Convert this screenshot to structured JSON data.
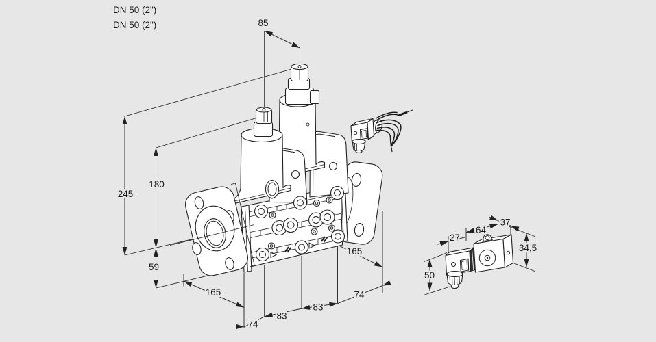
{
  "canvas": {
    "background": "#e7e7e7",
    "line_color": "#222222"
  },
  "annotations": {
    "flange_label_1": "DN 50 (2\")",
    "flange_label_2": "DN 50 (2\")"
  },
  "dimensions_mm": {
    "actuator_spacing": "85",
    "overall_height": "245",
    "v1_height": "180",
    "axis_to_bottom": "59",
    "flange_od_left": "165",
    "left_offset": "74",
    "v1_spacing": "83",
    "v2_spacing": "83",
    "flange_od_right": "165",
    "right_offset": "74",
    "pilot_connector_length": "27",
    "pilot_coil_length": "64",
    "pilot_coil_width": "37",
    "pilot_coil_height": "34,5",
    "pilot_overall_height": "50"
  }
}
